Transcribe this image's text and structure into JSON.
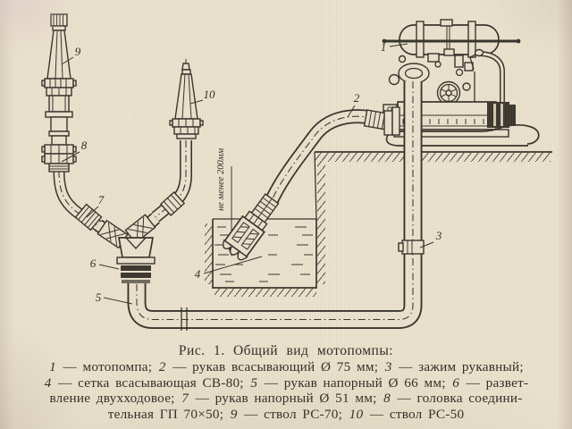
{
  "colors": {
    "paper": "#e9e0cb",
    "ink": "#37332b"
  },
  "diagram": {
    "annotation_min_depth": "не менее 200мм",
    "labels": {
      "l1": "1",
      "l2": "2",
      "l3": "3",
      "l4": "4",
      "l5": "5",
      "l6": "6",
      "l7": "7",
      "l8": "8",
      "l9": "9",
      "l10": "10"
    }
  },
  "caption": {
    "title": "Рис. 1. Общий вид мотопомпы:",
    "lines": [
      {
        "parts": [
          "1",
          " — мотопомпа;  ",
          "2",
          " — рукав всасывающий Ø 75 мм;  ",
          "3",
          " — зажим рукавный;"
        ]
      },
      {
        "parts": [
          "4",
          " — сетка всасывающая СВ-80;  ",
          "5",
          " — рукав напорный Ø 66 мм;  ",
          "6",
          " — развет-"
        ]
      },
      {
        "parts": [
          "вление двухходовое;  ",
          "7",
          " — рукав напорный Ø 51 мм;  ",
          "8",
          " — головка соедини-"
        ]
      },
      {
        "parts": [
          "тельная ГП 70×50;  ",
          "9",
          " — ствол РС-70;  ",
          "10",
          " — ствол РС-50"
        ]
      }
    ]
  }
}
